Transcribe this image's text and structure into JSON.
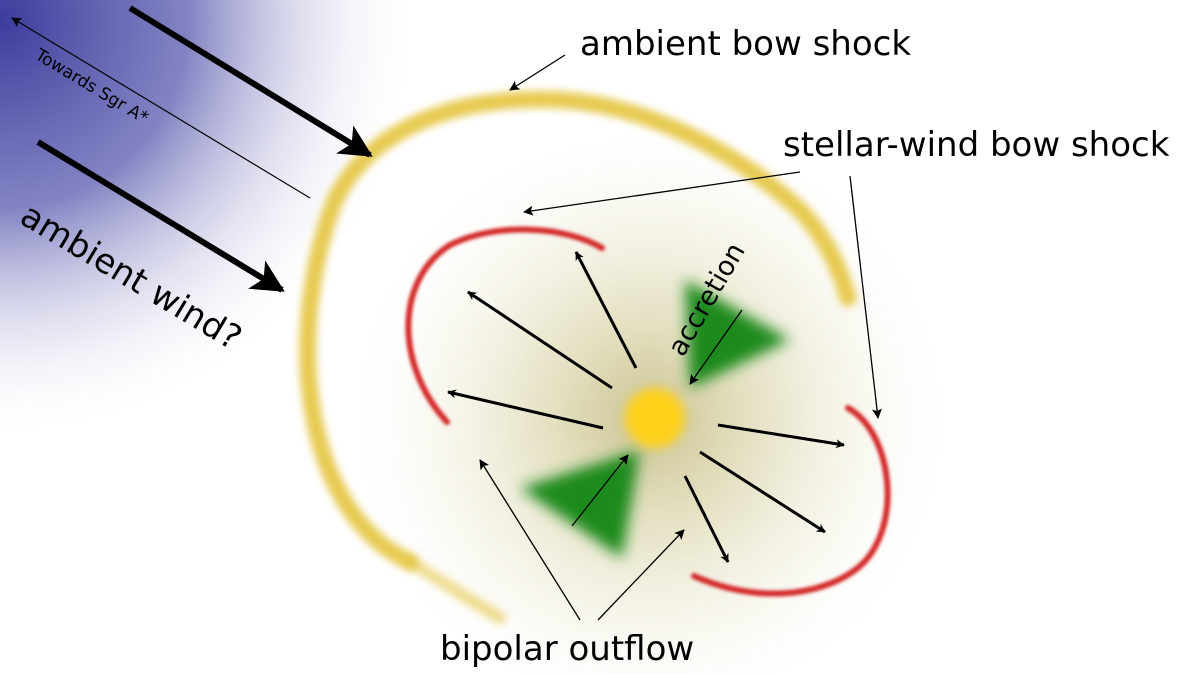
{
  "labels": {
    "ambient_bow_shock": "ambient bow shock",
    "stellar_wind_bow_shock": "stellar-wind bow shock",
    "towards_sgr_a": "Towards Sgr A*",
    "ambient_wind": "ambient wind?",
    "accretion": "accretion",
    "bipolar_outflow": "bipolar outflow"
  },
  "colors": {
    "ambient_gradient": "#3c3c9c",
    "ambient_bow_shock": "#e6c84a",
    "stellar_wind_bow_shock": "#d42a2a",
    "star": "#ffd21c",
    "accretion_disk": "#1e8a1e",
    "halo": "#b8ae6a",
    "arrows": "#000000"
  }
}
